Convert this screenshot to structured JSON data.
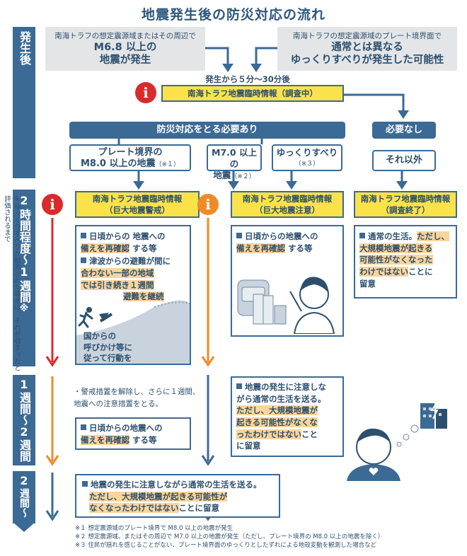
{
  "title": "地震発生後の防災対応の流れ",
  "phases": {
    "p1": "発生後",
    "p2_a": "2",
    "p2_b": "時間程度〜",
    "p2_c": "1",
    "p2_d": "週間",
    "p2_e": "※",
    "p3_a": "1",
    "p3_b": "週間〜",
    "p3_c": "2",
    "p3_d": "週間",
    "p4_a": "2",
    "p4_b": "週間〜"
  },
  "side_note": "※ゆっくりすべりが観測された場合は、それが収まったと評価されるまで",
  "source_left": {
    "small": "南海トラフの想定震源域またはその周辺で",
    "line1": "M6.8 以上の",
    "line2": "地震が発生"
  },
  "source_right": {
    "small": "南海トラフの想定震源域のプレート境界面で",
    "line1": "通常とは異なる",
    "line2": "ゆっくりすべりが発生した可能性"
  },
  "timing": "発生から５分〜30分後",
  "info_main": "南海トラフ地震臨時情報（調査中）",
  "need": "防災対応をとる必要あり",
  "no_need": "必要なし",
  "case1": {
    "line1": "プレート境界の",
    "line2": "M8.0 以上の地震",
    "note": "（※１）"
  },
  "case2": {
    "line1": "M7.0 以上の",
    "line2": "地震",
    "note": "（※２）"
  },
  "case3": {
    "line1": "ゆっくりすべり",
    "note": "（※３）"
  },
  "case4": "それ以外",
  "info_warn": {
    "line1": "南海トラフ地震臨時情報",
    "line2": "（巨大地震警戒）"
  },
  "info_caution": {
    "line1": "南海トラフ地震臨時情報",
    "line2": "（巨大地震注意）"
  },
  "info_end": {
    "line1": "南海トラフ地震臨時情報",
    "line2": "（調査終了）"
  },
  "warn_panel": {
    "b1_a": "日頃からの 地震への",
    "b1_b": "備えを再確認",
    "b1_c": " する等",
    "b2_a": "津波からの避難が間に",
    "b2_b": "合わない一部の地域",
    "b2_c": "では引き続き１週間",
    "b2_d": "避難を継続",
    "call1": "国からの",
    "call2": "呼びかけ等に",
    "call3": "従って行動を"
  },
  "caution_panel": {
    "b1_a": "日頃からの地震への",
    "b1_b": "備えを再確認",
    "b1_c": " する等"
  },
  "end_panel": {
    "a": "通常の生活。",
    "b": "ただし、",
    "c": "大規模地震が起きる",
    "d": "可能性がなくなった",
    "e": "わけではない",
    "f": "ことに",
    "g": "留意"
  },
  "week1_note": {
    "line1": "・警戒措置を解除し、さらに１週間、",
    "line2": "地震への注意措置をとる。"
  },
  "week1_panel": {
    "a": "日頃からの地震への",
    "b": "備えを再確認",
    "c": " する等"
  },
  "week1_right": {
    "a": "地震の発生に注意しな",
    "b": "がら通常の生活を送る。",
    "c": "ただし、",
    "d": "大規模地震が",
    "e": "起きる可能性がなくな",
    "f": "ったわけではない",
    "g": "こと",
    "h": "に留意"
  },
  "week2_panel": {
    "a": "地震の発生に注意しながら通常の生活を送る。",
    "b": "ただし、大規模地震が起きる可能性が",
    "c": "なくなったわけではない",
    "d": "ことに留意"
  },
  "footnotes": {
    "n1": "※１ 想定震源域のプレート境界で M8.0 以上の地震が発生",
    "n2": "※２ 想定震源域、またはその周辺で M7.0 以上の地震が発生（ただし、プレート境界の M8.0 以上の地震を除く）",
    "n3": "※３ 住民が揺れを感じることがない、プレート境界面のゆっくりとしたずれによる地殻変動を観測した場合など"
  },
  "icon_glyph": "i",
  "colors": {
    "navy": "#3b6a95",
    "yellow": "#fbe24a",
    "red": "#d92b2b",
    "orange": "#ef8a2a",
    "highlight": "#f9d59a",
    "grey": "#e3e5e7"
  }
}
